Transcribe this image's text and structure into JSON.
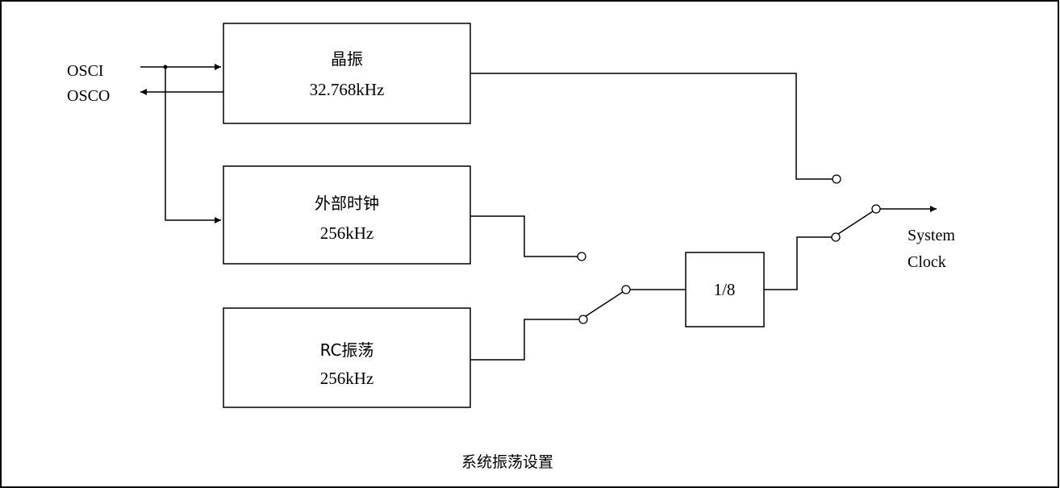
{
  "diagram": {
    "blocks": {
      "crystal": {
        "name": "晶振",
        "freq": "32.768kHz"
      },
      "external": {
        "name": "外部时钟",
        "freq": "256kHz"
      },
      "rc": {
        "name": "RC振荡",
        "freq": "256kHz"
      },
      "divider": {
        "label": "1/8"
      }
    },
    "pins": {
      "osci": "OSCI",
      "osco": "OSCO"
    },
    "output": {
      "line1": "System",
      "line2": "Clock"
    },
    "caption": "系统振荡设置"
  }
}
